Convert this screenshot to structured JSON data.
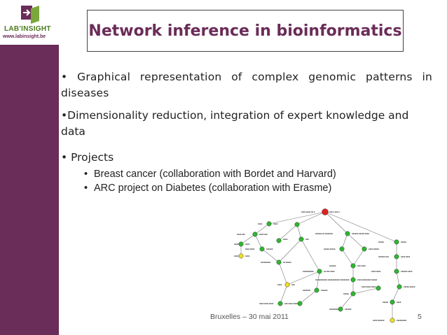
{
  "logo": {
    "name": "LAB'INSIGHT",
    "url": "www.labinsight.be"
  },
  "slide": {
    "title": "Network inference in bioinformatics",
    "bullets": [
      "• Graphical representation of complex genomic patterns in diseases",
      "•Dimensionality reduction, integration of expert knowledge and data",
      "• Projects"
    ],
    "sub_bullets": [
      "Breast cancer (collaboration with Bordet and Harvard)",
      "ARC project on Diabetes (collaboration with Erasme)"
    ],
    "bullet_glyph": "•"
  },
  "footer": {
    "text": "Bruxelles – 30 mai 2011",
    "page": "5"
  },
  "colors": {
    "brand": "#6a2c58",
    "logo_green": "#4a7a1e",
    "node_green": "#2db82d",
    "node_red": "#e02020",
    "node_yellow": "#f0e020"
  }
}
